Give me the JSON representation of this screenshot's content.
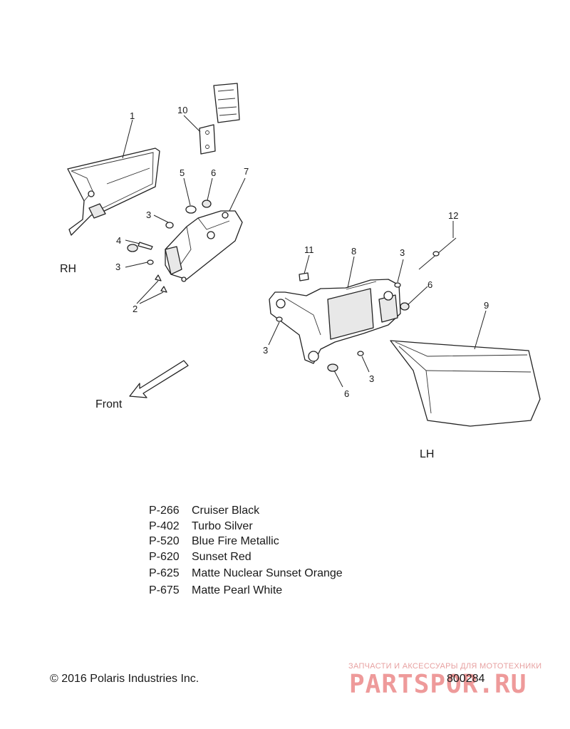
{
  "callouts": {
    "n1": "1",
    "n2": "2",
    "n3a": "3",
    "n3b": "3",
    "n3c": "3",
    "n3d": "3",
    "n3e": "3",
    "n4": "4",
    "n5": "5",
    "n6a": "6",
    "n6b": "6",
    "n6c": "6",
    "n7": "7",
    "n8": "8",
    "n9": "9",
    "n10": "10",
    "n11": "11",
    "n12": "12"
  },
  "labels": {
    "rh": "RH",
    "lh": "LH",
    "front": "Front"
  },
  "paint_codes": [
    {
      "code": "P-266",
      "name": "Cruiser Black"
    },
    {
      "code": "P-402",
      "name": "Turbo Silver"
    },
    {
      "code": "P-520",
      "name": "Blue Fire Metallic"
    },
    {
      "code": "P-620",
      "name": "Sunset Red"
    },
    {
      "code": "P-625",
      "name": "Matte Nuclear Sunset Orange"
    },
    {
      "code": "P-675",
      "name": "Matte Pearl White"
    }
  ],
  "footer": {
    "copyright": "© 2016 Polaris Industries Inc.",
    "diagram_number": "800284",
    "watermark_top": "ЗАПЧАСТИ И АКСЕССУАРЫ ДЛЯ МОТОТЕХНИКИ",
    "watermark_brand": "PARTSPOR.RU"
  }
}
